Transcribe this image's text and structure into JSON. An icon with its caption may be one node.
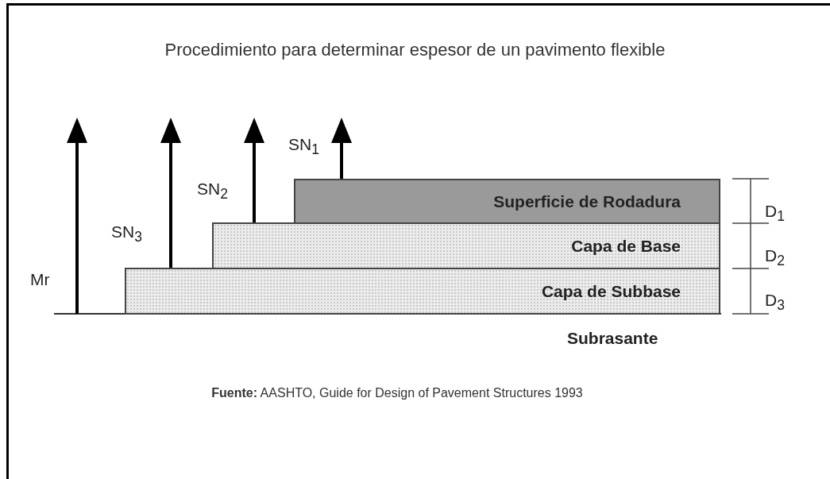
{
  "diagram": {
    "title": "Procedimiento para determinar espesor de un pavimento flexible",
    "caption": "**Fuente:** AASHTO, Guide for Design of Pavement Structures 1993",
    "nodes": [
      {
        "text": [
          "Superficie de Rodadura"
        ]
      },
      {
        "text": [
          "Capa de Base"
        ]
      },
      {
        "text": [
          "Capa de Subbase"
        ]
      }
    ],
    "labels": [
      "SN$_{1}$",
      "SN$_{2}$",
      "D$_{1}$",
      "SN$_{3}$",
      "D$_{2}$",
      "Mr",
      "D$_{3}$",
      "Subrasante"
    ]
  }
}
